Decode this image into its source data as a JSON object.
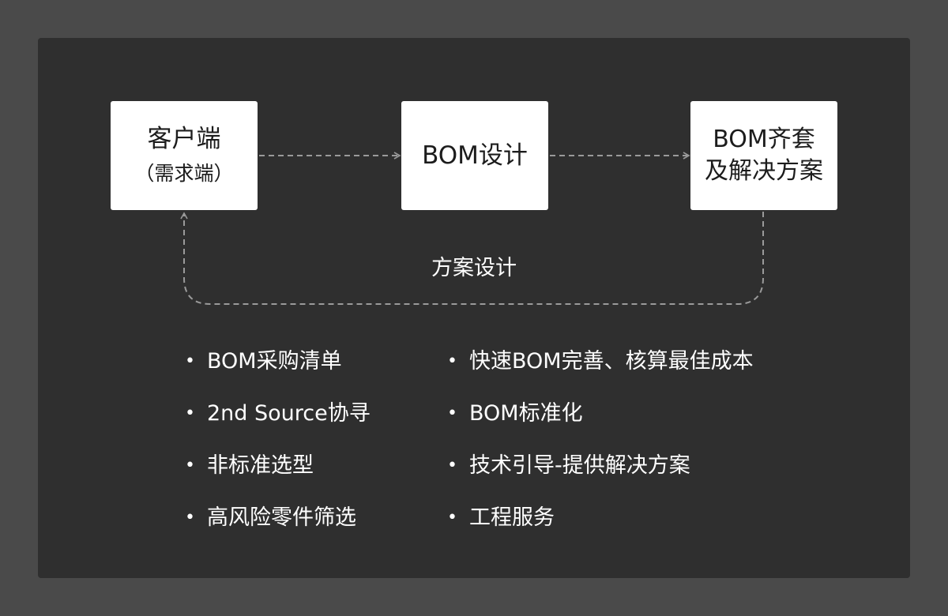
{
  "diagram": {
    "nodes": {
      "client": {
        "title": "客户端",
        "subtitle": "（需求端）"
      },
      "bom_design": {
        "title": "BOM设计"
      },
      "kit_solution": {
        "line1": "BOM齐套",
        "line2": "及解决方案"
      }
    },
    "loop_label": "方案设计",
    "left_list": [
      "BOM采购清单",
      "2nd Source协寻",
      "非标准选型",
      "高风险零件筛选"
    ],
    "right_list": [
      "快速BOM完善、核算最佳成本",
      "BOM标准化",
      "技术引导-提供解决方案",
      "工程服务"
    ],
    "bullet_glyph": "•"
  },
  "colors": {
    "page_background": "#4a4a4a",
    "panel_background": "#2f2f2f",
    "node_background": "#ffffff",
    "connector": "#9a9a9a",
    "text_light": "#ffffff"
  }
}
